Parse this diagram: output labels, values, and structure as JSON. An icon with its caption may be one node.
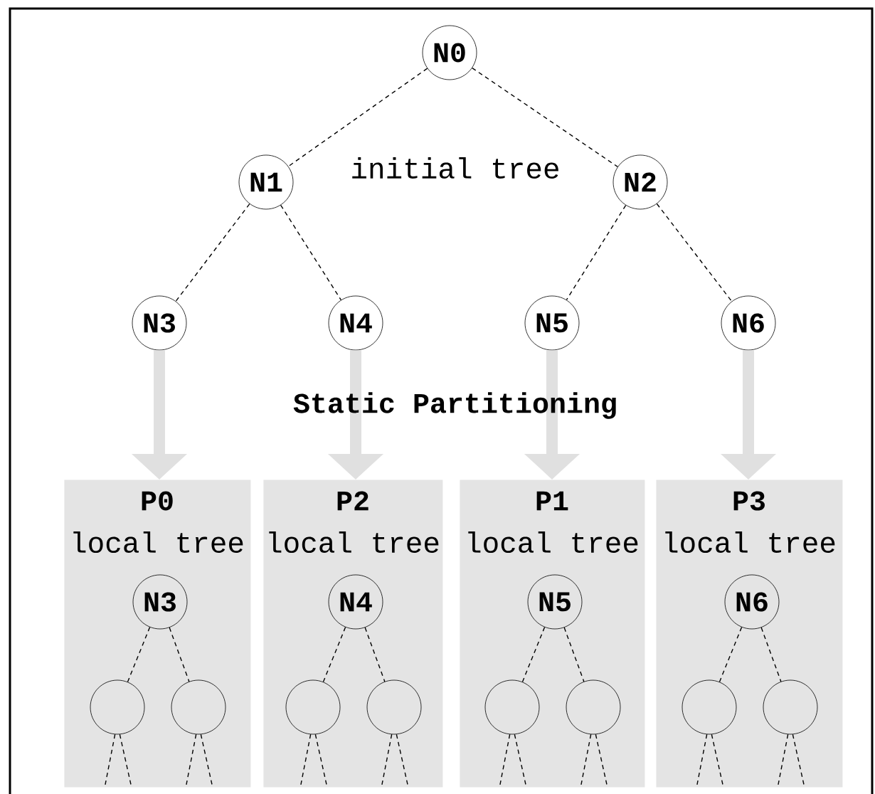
{
  "diagram": {
    "nodes": [
      {
        "text": [
          "N0"
        ]
      },
      {
        "text": [
          "N1"
        ]
      },
      {
        "text": [
          "N2"
        ]
      },
      {
        "text": [
          "N3"
        ]
      },
      {
        "text": [
          "N4"
        ]
      },
      {
        "text": [
          "N5"
        ]
      },
      {
        "text": [
          "N6"
        ]
      },
      {
        "text": [
          "P0",
          "local tree"
        ]
      },
      {
        "text": [
          "N3"
        ],
        "in": 7
      },
      {
        "text": [],
        "shape": "circle",
        "in": 7
      },
      {
        "text": [],
        "shape": "circle",
        "in": 7
      },
      {
        "text": [
          "P2",
          "local tree"
        ]
      },
      {
        "text": [
          "N4"
        ],
        "in": 11
      },
      {
        "text": [],
        "shape": "circle",
        "in": 11
      },
      {
        "text": [],
        "shape": "circle",
        "in": 11
      },
      {
        "text": [
          "P1",
          "local tree"
        ]
      },
      {
        "text": [
          "N5"
        ],
        "in": 15
      },
      {
        "text": [],
        "shape": "circle",
        "in": 15
      },
      {
        "text": [],
        "shape": "circle",
        "in": 15
      },
      {
        "text": [
          "P3",
          "local tree"
        ]
      },
      {
        "text": [
          "N6"
        ],
        "in": 19
      },
      {
        "text": [],
        "shape": "circle",
        "in": 19
      },
      {
        "text": [],
        "shape": "circle",
        "in": 19
      }
    ],
    "edges": [
      {
        "from": 0,
        "to": 1,
        "arrow": "none",
        "style": "dashed"
      },
      {
        "from": 0,
        "to": 2,
        "arrow": "none",
        "style": "dashed"
      },
      {
        "from": 1,
        "to": 3,
        "arrow": "none",
        "style": "dashed"
      },
      {
        "from": 1,
        "to": 4,
        "arrow": "none",
        "style": "dashed"
      },
      {
        "from": 2,
        "to": 5,
        "arrow": "none",
        "style": "dashed"
      },
      {
        "from": 2,
        "to": 6,
        "arrow": "none",
        "style": "dashed"
      },
      {
        "from": 3,
        "to": 7,
        "arrow": "to",
        "style": "thick",
        "color": "#e0e0e0"
      },
      {
        "from": 4,
        "to": 11,
        "arrow": "to",
        "style": "thick",
        "color": "#e0e0e0"
      },
      {
        "from": 5,
        "to": 15,
        "arrow": "to",
        "style": "thick",
        "color": "#e0e0e0"
      },
      {
        "from": 6,
        "to": 19,
        "arrow": "to",
        "style": "thick",
        "color": "#e0e0e0"
      },
      {
        "from": 8,
        "to": 9,
        "arrow": "none",
        "style": "dashed"
      },
      {
        "from": 8,
        "to": 10,
        "arrow": "none",
        "style": "dashed"
      },
      {
        "from": 9,
        "to": null,
        "arrow": "none",
        "style": "dashed"
      },
      {
        "from": 9,
        "to": null,
        "arrow": "none",
        "style": "dashed"
      },
      {
        "from": 10,
        "to": null,
        "arrow": "none",
        "style": "dashed"
      },
      {
        "from": 10,
        "to": null,
        "arrow": "none",
        "style": "dashed"
      },
      {
        "from": 12,
        "to": 13,
        "arrow": "none",
        "style": "dashed"
      },
      {
        "from": 12,
        "to": 14,
        "arrow": "none",
        "style": "dashed"
      },
      {
        "from": 13,
        "to": null,
        "arrow": "none",
        "style": "dashed"
      },
      {
        "from": 13,
        "to": null,
        "arrow": "none",
        "style": "dashed"
      },
      {
        "from": 14,
        "to": null,
        "arrow": "none",
        "style": "dashed"
      },
      {
        "from": 14,
        "to": null,
        "arrow": "none",
        "style": "dashed"
      },
      {
        "from": 16,
        "to": 17,
        "arrow": "none",
        "style": "dashed"
      },
      {
        "from": 16,
        "to": 18,
        "arrow": "none",
        "style": "dashed"
      },
      {
        "from": 17,
        "to": null,
        "arrow": "none",
        "style": "dashed"
      },
      {
        "from": 17,
        "to": null,
        "arrow": "none",
        "style": "dashed"
      },
      {
        "from": 18,
        "to": null,
        "arrow": "none",
        "style": "dashed"
      },
      {
        "from": 18,
        "to": null,
        "arrow": "none",
        "style": "dashed"
      },
      {
        "from": 20,
        "to": 21,
        "arrow": "none",
        "style": "dashed"
      },
      {
        "from": 20,
        "to": 22,
        "arrow": "none",
        "style": "dashed"
      },
      {
        "from": 21,
        "to": null,
        "arrow": "none",
        "style": "dashed"
      },
      {
        "from": 21,
        "to": null,
        "arrow": "none",
        "style": "dashed"
      },
      {
        "from": 22,
        "to": null,
        "arrow": "none",
        "style": "dashed"
      },
      {
        "from": 22,
        "to": null,
        "arrow": "none",
        "style": "dashed"
      }
    ],
    "labels": [
      "initial tree",
      "Static Partitioning"
    ]
  }
}
